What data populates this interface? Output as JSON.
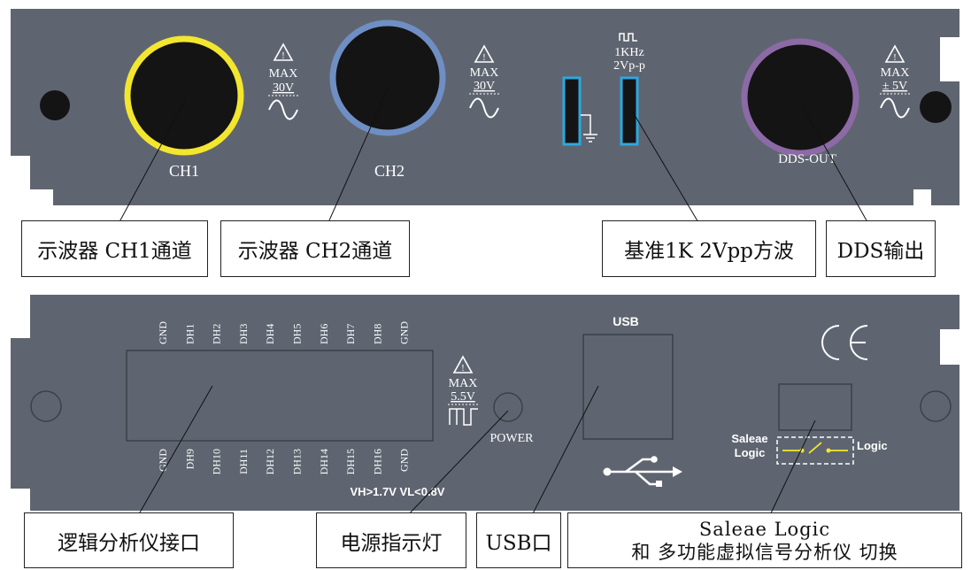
{
  "front_panel": {
    "ch1_label": "CH1",
    "ch2_label": "CH2",
    "dds_label": "DDS-OUT",
    "ch1_warning": {
      "line1": "MAX",
      "line2": "30V"
    },
    "ch2_warning": {
      "line1": "MAX",
      "line2": "30V"
    },
    "dds_warning": {
      "line1": "MAX",
      "line2": "± 5V"
    },
    "ref_signal": {
      "line1": "1KHz",
      "line2": "2Vp-p"
    },
    "colors": {
      "panel": "#5f6570",
      "ch1_ring": "#f3e62e",
      "ch2_ring": "#6f8fc4",
      "dds_ring": "#8c6aa6",
      "port_blue": "#2ea7e0"
    },
    "icons": [
      "warning-triangle-icon",
      "ac-wave-icon",
      "square-wave-icon",
      "ground-icon"
    ]
  },
  "back_panel": {
    "pins_top": [
      "GND",
      "DH1",
      "DH2",
      "DH3",
      "DH4",
      "DH5",
      "DH6",
      "DH7",
      "DH8",
      "GND"
    ],
    "pins_bottom": [
      "GND",
      "DH9",
      "DH10",
      "DH11",
      "DH12",
      "DH13",
      "DH14",
      "DH15",
      "DH16",
      "GND"
    ],
    "voltage_levels": "VH>1.7V VL<0.8V",
    "logic_warning": {
      "line1": "MAX",
      "line2": "5.5V"
    },
    "power_label": "POWER",
    "usb_label": "USB",
    "ce_mark": "CE",
    "switch_left_line1": "Saleae",
    "switch_left_line2": "Logic",
    "switch_right": "Logic",
    "icons": [
      "usb-icon",
      "ce-mark-icon",
      "switch-icon"
    ]
  },
  "callouts": {
    "ch1": "示波器 CH1通道",
    "ch2": "示波器 CH2通道",
    "ref": "基准1K 2Vpp方波",
    "dds": "DDS输出",
    "logic": "逻辑分析仪接口",
    "power": "电源指示灯",
    "usb": "USB口",
    "switch_line1": "Saleae Logic",
    "switch_line2": "和 多功能虚拟信号分析仪 切换"
  }
}
